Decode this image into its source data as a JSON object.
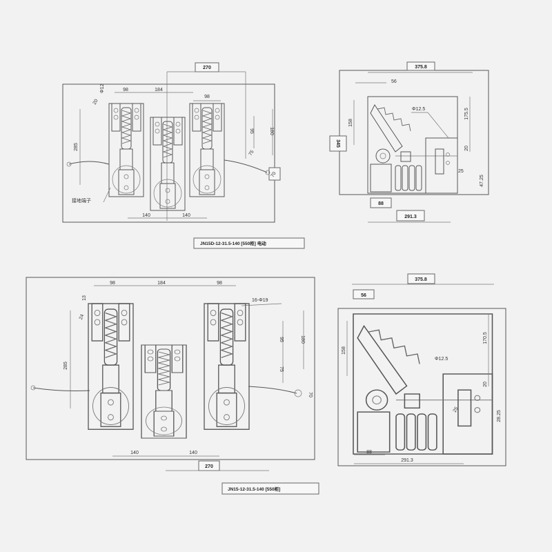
{
  "drawing_1": {
    "caption": "JN15D-12-31.5-140 [550柜] 电动",
    "dim_top": "270",
    "dim_98a": "98",
    "dim_184": "184",
    "dim_98b": "98",
    "dim_phi12": "Φ12",
    "dim_20": "20",
    "dim_285": "285",
    "dim_180": "180",
    "dim_95": "95",
    "dim_75": "75",
    "dim_70": "70",
    "dim_140a": "140",
    "dim_140b": "140",
    "label_ground": "接地端子"
  },
  "drawing_2": {
    "dim_top": "375.8",
    "dim_56": "56",
    "dim_phi": "Φ12.5",
    "dim_1755": "175.5",
    "dim_158": "158",
    "dim_345": "345",
    "dim_20": "20",
    "dim_25": "25",
    "dim_4725": "47.25",
    "dim_88": "88",
    "dim_2913": "291.3"
  },
  "drawing_3": {
    "caption": "JN15-12-31.5-140 [550柜]",
    "dim_98a": "98",
    "dim_184": "184",
    "dim_98b": "98",
    "dim_13": "13",
    "dim_24": "24",
    "dim_holes": "16-Φ19",
    "dim_285": "285",
    "dim_95": "95",
    "dim_180": "180",
    "dim_75": "75",
    "dim_70": "70",
    "dim_140a": "140",
    "dim_140b": "140",
    "dim_270": "270"
  },
  "drawing_4": {
    "dim_top": "375.8",
    "dim_56": "56",
    "dim_158": "158",
    "dim_1705": "170.5",
    "dim_phi": "Φ12.5",
    "dim_20": "20",
    "dim_25": "25",
    "dim_2825": "28.25",
    "dim_88": "88",
    "dim_2913": "291.3"
  }
}
